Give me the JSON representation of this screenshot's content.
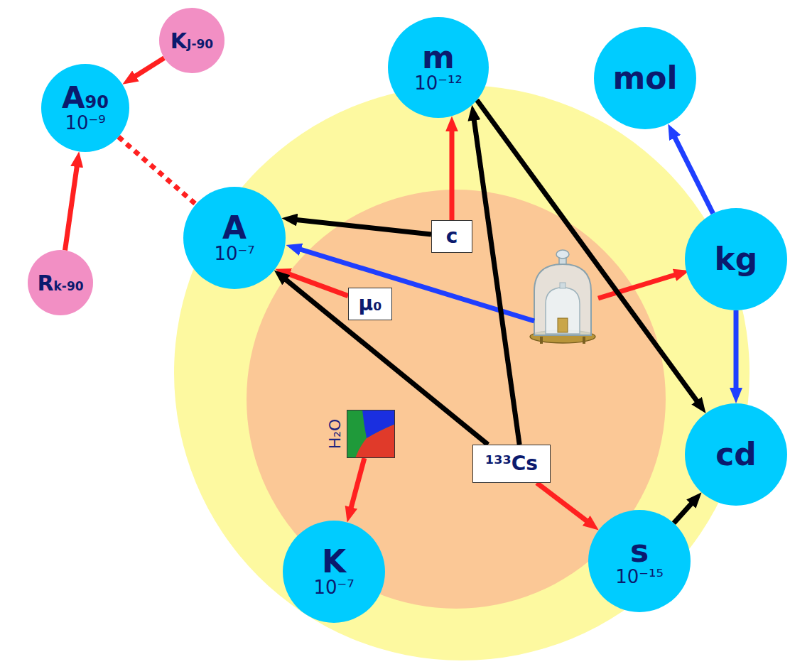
{
  "diagram": {
    "nodes": [
      {
        "text": [
          "KJ-90"
        ]
      },
      {
        "text": [
          "m",
          "10⁻¹²"
        ]
      },
      {
        "text": [
          "mol"
        ]
      },
      {
        "text": [
          "A90",
          "10⁻⁹"
        ]
      },
      {
        "text": [
          "A",
          "10⁻⁷"
        ]
      },
      {
        "text": [
          "c"
        ]
      },
      {
        "text": [
          "kg"
        ]
      },
      {
        "text": [
          "μ₀"
        ]
      },
      {
        "text": [
          "Rk-90"
        ]
      },
      {
        "text": [
          "H₂O"
        ]
      },
      {
        "text": [
          "cd"
        ]
      },
      {
        "text": [
          "¹³³Cs"
        ]
      },
      {
        "text": [
          "K",
          "10⁻⁷"
        ]
      },
      {
        "text": [
          "s",
          "10⁻¹⁵"
        ]
      }
    ],
    "edges": [
      {
        "from": 0,
        "to": 3,
        "arrow": "to"
      },
      {
        "from": 8,
        "to": 3,
        "arrow": "to"
      },
      {
        "from": 3,
        "to": 4,
        "arrow": "none"
      },
      {
        "from": 5,
        "to": 1,
        "arrow": "to"
      },
      {
        "from": 5,
        "to": 4,
        "arrow": "to"
      },
      {
        "from": 7,
        "to": 4,
        "arrow": "to"
      },
      {
        "from": 11,
        "to": 4,
        "arrow": "to"
      },
      {
        "from": 11,
        "to": 1,
        "arrow": "to"
      },
      {
        "from": 11,
        "to": 13,
        "arrow": "to"
      },
      {
        "from": 1,
        "to": 10,
        "arrow": "to"
      },
      {
        "from": 13,
        "to": 10,
        "arrow": "to"
      },
      {
        "from": 6,
        "to": 2,
        "arrow": "to"
      },
      {
        "from": 6,
        "to": 10,
        "arrow": "to"
      },
      {
        "from": 9,
        "to": 12,
        "arrow": "to"
      }
    ]
  }
}
